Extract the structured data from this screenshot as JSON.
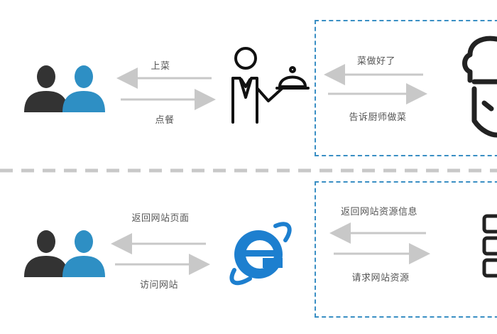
{
  "top": {
    "label_serve": "上菜",
    "label_order": "点餐",
    "label_dish_ready": "菜做好了",
    "label_tell_chef": "告诉厨师做菜"
  },
  "bottom": {
    "label_return_page": "返回网站页面",
    "label_visit_site": "访问网站",
    "label_return_resource": "返回网站资源信息",
    "label_request_resource": "请求网站资源"
  },
  "colors": {
    "person_dark": "#333333",
    "person_blue": "#2e8fc4",
    "arrow": "#c8c8c8",
    "box_border": "#3a8fc4",
    "divider": "#c8c8c8",
    "ie_blue": "#1d7fcf"
  },
  "icons": {
    "users_top": "users-icon",
    "waiter": "waiter-icon",
    "chef": "chef-icon",
    "users_bottom": "users-icon",
    "browser": "ie-browser-icon",
    "server": "server-icon"
  }
}
